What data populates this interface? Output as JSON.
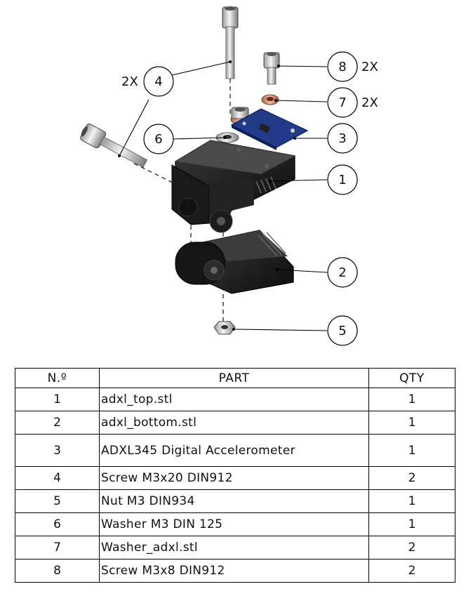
{
  "balloons": [
    {
      "number": "4",
      "qty": "2X"
    },
    {
      "number": "8",
      "qty": "2X"
    },
    {
      "number": "7",
      "qty": "2X"
    },
    {
      "number": "6",
      "qty": ""
    },
    {
      "number": "3",
      "qty": ""
    },
    {
      "number": "1",
      "qty": ""
    },
    {
      "number": "2",
      "qty": ""
    },
    {
      "number": "5",
      "qty": ""
    }
  ],
  "bom": {
    "headers": {
      "no": "N.º",
      "part": "PART",
      "qty": "QTY"
    },
    "rows": [
      {
        "no": "1",
        "part": "adxl_top.stl",
        "qty": "1"
      },
      {
        "no": "2",
        "part": "adxl_bottom.stl",
        "qty": "1"
      },
      {
        "no": "3",
        "part": "ADXL345 Digital Accelerometer",
        "qty": "1"
      },
      {
        "no": "4",
        "part": "Screw M3x20 DIN912",
        "qty": "2"
      },
      {
        "no": "5",
        "part": "Nut M3 DIN934",
        "qty": "1"
      },
      {
        "no": "6",
        "part": "Washer M3 DIN 125",
        "qty": "1"
      },
      {
        "no": "7",
        "part": "Washer_adxl.stl",
        "qty": "2"
      },
      {
        "no": "8",
        "part": "Screw M3x8 DIN912",
        "qty": "2"
      }
    ]
  }
}
